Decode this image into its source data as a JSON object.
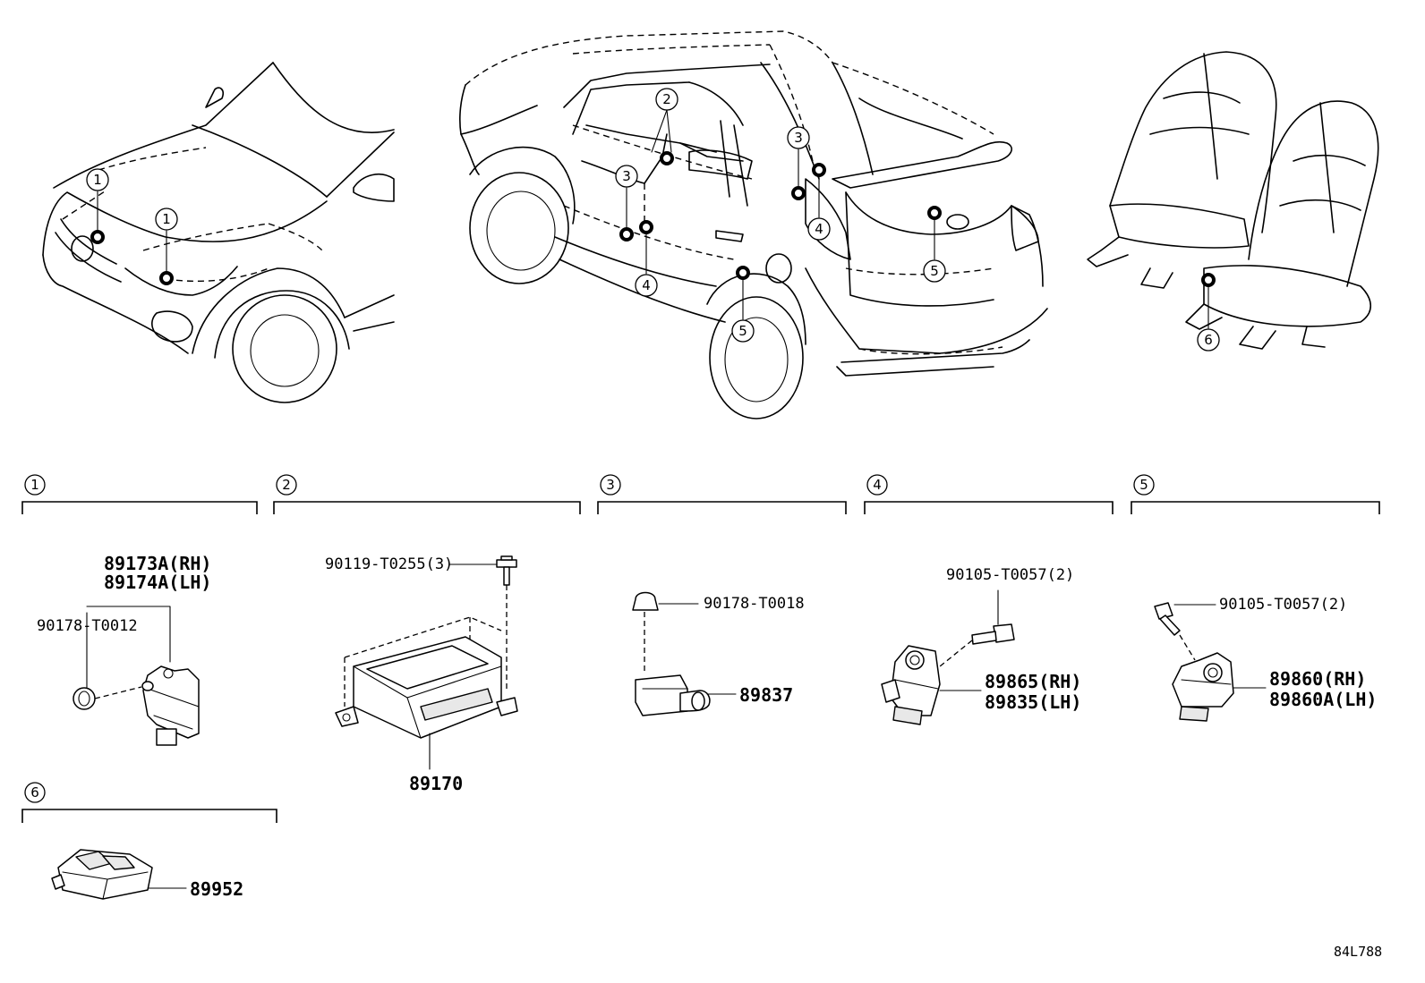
{
  "figure_code": "84L788",
  "callout_numbers": [
    "1",
    "2",
    "3",
    "4",
    "5",
    "6"
  ],
  "sections": [
    {
      "id": "1",
      "parts": [
        {
          "text": "89173A(RH)"
        },
        {
          "text": "89174A(LH)"
        },
        {
          "text": "90178-T0012"
        }
      ]
    },
    {
      "id": "2",
      "parts": [
        {
          "text": "90119-T0255(3)"
        },
        {
          "text": "89170"
        }
      ]
    },
    {
      "id": "3",
      "parts": [
        {
          "text": "90178-T0018"
        },
        {
          "text": "89837"
        }
      ]
    },
    {
      "id": "4",
      "parts": [
        {
          "text": "90105-T0057(2)"
        },
        {
          "text": "89865(RH)"
        },
        {
          "text": "89835(LH)"
        }
      ]
    },
    {
      "id": "5",
      "parts": [
        {
          "text": "90105-T0057(2)"
        },
        {
          "text": "89860(RH)"
        },
        {
          "text": "89860A(LH)"
        }
      ]
    },
    {
      "id": "6",
      "parts": [
        {
          "text": "89952"
        }
      ]
    }
  ]
}
